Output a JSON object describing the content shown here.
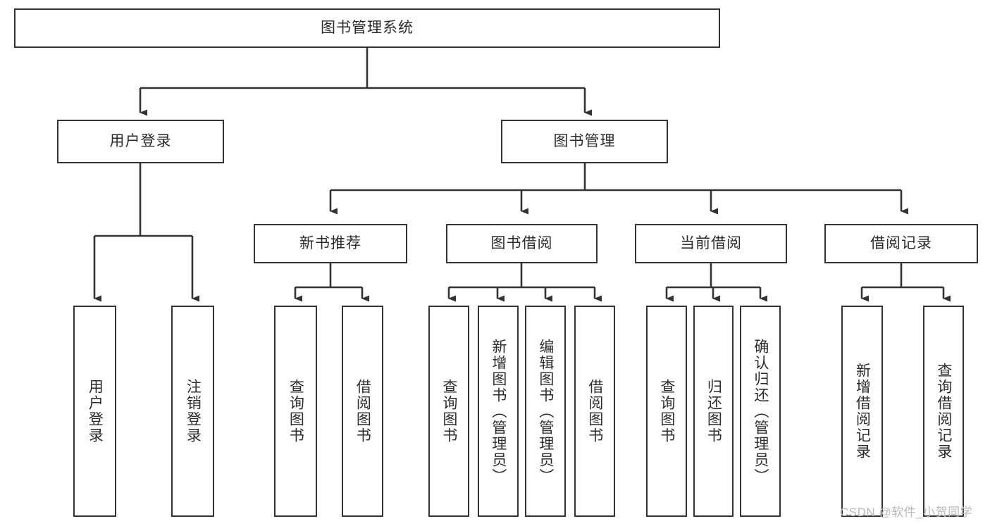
{
  "diagram": {
    "type": "tree-hierarchy",
    "title": "图书管理系统",
    "root": {
      "label": "图书管理系统",
      "level": 0
    },
    "level1": [
      {
        "label": "用户登录"
      },
      {
        "label": "图书管理"
      }
    ],
    "level2": [
      {
        "label": "新书推荐",
        "parent": "图书管理"
      },
      {
        "label": "图书借阅",
        "parent": "图书管理"
      },
      {
        "label": "当前借阅",
        "parent": "图书管理"
      },
      {
        "label": "借阅记录",
        "parent": "图书管理"
      }
    ],
    "leaves": {
      "user_login": [
        {
          "label": "用户登录"
        },
        {
          "label": "注销登录"
        }
      ],
      "new_book_recommend": [
        {
          "label": "查询图书"
        },
        {
          "label": "借阅图书"
        }
      ],
      "book_borrow": [
        {
          "label": "查询图书"
        },
        {
          "label": "新增图书（管理员）"
        },
        {
          "label": "编辑图书（管理员）"
        },
        {
          "label": "借阅图书"
        }
      ],
      "current_borrow": [
        {
          "label": "查询图书"
        },
        {
          "label": "归还图书"
        },
        {
          "label": "确认归还（管理员）"
        }
      ],
      "borrow_record": [
        {
          "label": "新增借阅记录"
        },
        {
          "label": "查询借阅记录"
        }
      ]
    },
    "watermark": "CSDN @软件_小贺同学",
    "colors": {
      "stroke": "#333333",
      "text": "#2b2b2b",
      "background": "#ffffff",
      "watermark": "#b9b9b9"
    }
  }
}
